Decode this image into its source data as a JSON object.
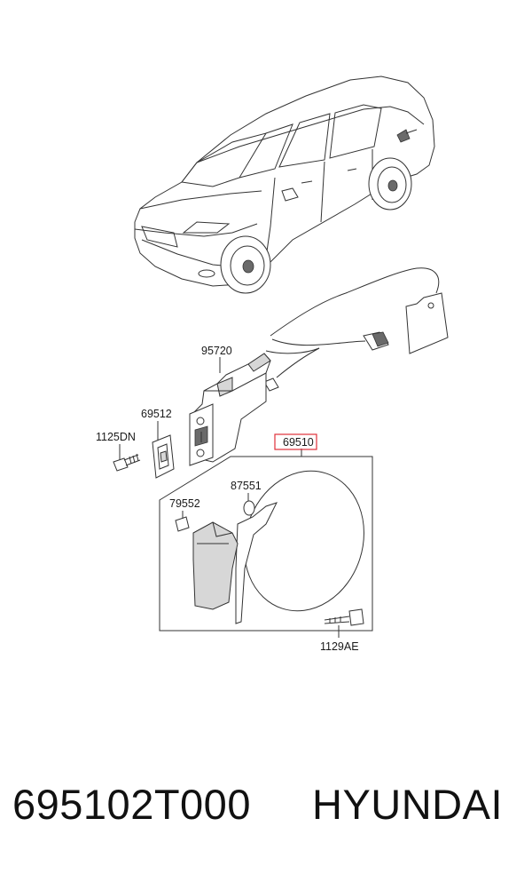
{
  "callouts": {
    "p95720": "95720",
    "p69512": "69512",
    "p1125DN": "1125DN",
    "p69510": "69510",
    "p87551": "87551",
    "p79552": "79552",
    "p1129AE": "1129AE"
  },
  "footer": {
    "part_number": "695102T000",
    "brand": "HYUNDAI"
  },
  "colors": {
    "highlight_box": "#e0303a",
    "line": "#333333"
  }
}
